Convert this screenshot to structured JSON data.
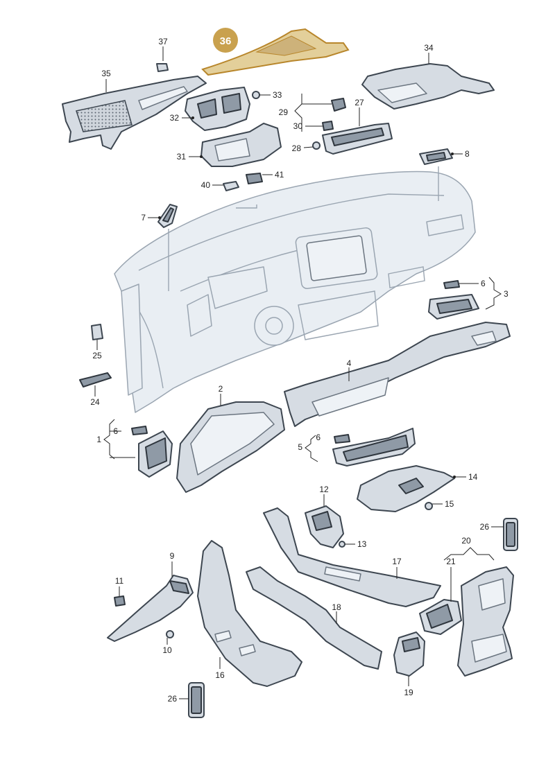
{
  "highlighted_part": "36",
  "colors": {
    "part_fill": "#d6dce3",
    "outline": "#3d4650",
    "highlight": "#c9a14e",
    "dashboard": "#e9eef3"
  },
  "labels": {
    "p1": "1",
    "p2": "2",
    "p3": "3",
    "p4": "4",
    "p5": "5",
    "p6a": "6",
    "p6b": "6",
    "p6c": "6",
    "p7": "7",
    "p8": "8",
    "p9": "9",
    "p10": "10",
    "p11": "11",
    "p12": "12",
    "p13": "13",
    "p14": "14",
    "p15": "15",
    "p16": "16",
    "p17": "17",
    "p18": "18",
    "p19": "19",
    "p20": "20",
    "p21": "21",
    "p24": "24",
    "p25": "25",
    "p26a": "26",
    "p26b": "26",
    "p27": "27",
    "p28": "28",
    "p29": "29",
    "p30": "30",
    "p31": "31",
    "p32": "32",
    "p33": "33",
    "p34": "34",
    "p35": "35",
    "p36": "36",
    "p37": "37",
    "p40": "40",
    "p41": "41"
  }
}
